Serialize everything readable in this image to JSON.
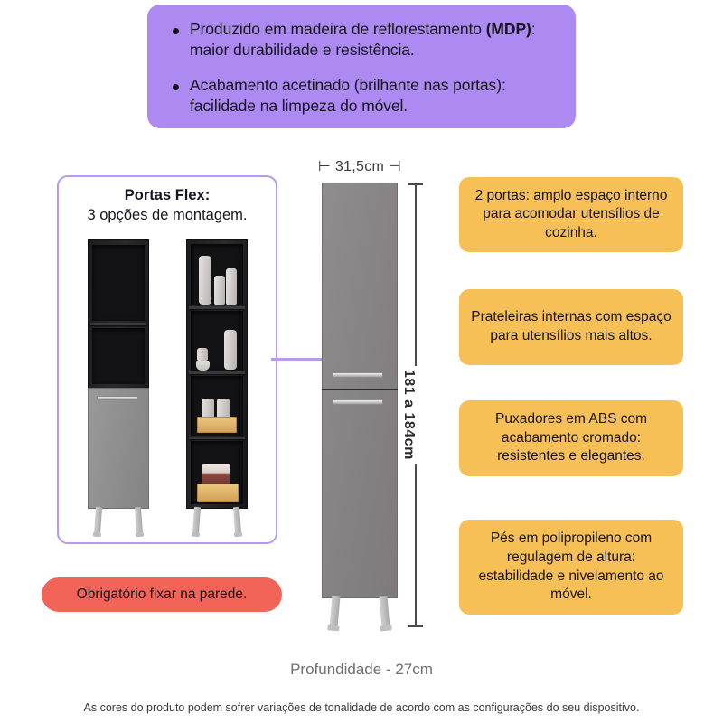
{
  "header": {
    "bullets": [
      {
        "prefix": "Produzido em madeira de reflorestamento ",
        "bold": "(MDP)",
        "suffix": ": maior durabilidade e resistência."
      },
      {
        "prefix": "Acabamento acetinado (brilhante nas portas): facilidade na limpeza do móvel.",
        "bold": "",
        "suffix": ""
      }
    ]
  },
  "flex_panel": {
    "title_strong": "Portas Flex:",
    "title_rest": "3 opções de montagem."
  },
  "dimensions": {
    "width": "⊢ 31,5cm ⊣",
    "height": "181 a 184cm",
    "depth": "Profundidade - 27cm"
  },
  "callouts": [
    "2 portas: amplo espaço interno para acomodar utensílios de cozinha.",
    "Prateleiras internas com espaço para utensílios mais altos.",
    "Puxadores em ABS com acabamento cromado: resistentes e elegantes.",
    "Pés em polipropileno com regulagem de altura: estabilidade e nivelamento ao móvel."
  ],
  "warning": "Obrigatório fixar na parede.",
  "disclaimer": "As cores do produto podem sofrer variações de tonalidade de acordo com as configurações do seu dispositivo.",
  "colors": {
    "purple": "#ad8af2",
    "purple_border": "#b79af0",
    "orange": "#f7c057",
    "red": "#f26457",
    "cabinet_gray": "#868484",
    "cabinet_dark": "#1d1d1f",
    "wood": "#d4a257"
  }
}
